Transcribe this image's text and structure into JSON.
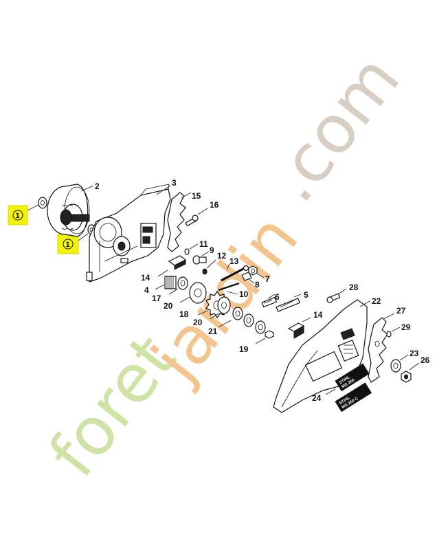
{
  "watermark": {
    "text_part1": "foret",
    "text_part2": "jardin",
    "text_part3": ".com",
    "color_green": "#cfe3a6",
    "color_orange": "#f4c48e",
    "color_gray": "#d7cfc3"
  },
  "highlight": {
    "color": "#f2f20a",
    "label_a": "1",
    "label_b": "1"
  },
  "parts": {
    "p2": "2",
    "p3": "3",
    "p4": "4",
    "p5": "5",
    "p6": "6",
    "p7": "7",
    "p8": "8",
    "p9": "9",
    "p10": "10",
    "p11": "11",
    "p12": "12",
    "p13": "13",
    "p14a": "14",
    "p14b": "14",
    "p15": "15",
    "p16": "16",
    "p17": "17",
    "p18": "18",
    "p19": "19",
    "p20a": "20",
    "p20b": "20",
    "p21": "21",
    "p22": "22",
    "p23": "23",
    "p24": "24",
    "p26": "26",
    "p27": "27",
    "p28": "28",
    "p29": "29"
  },
  "decals": {
    "stihl_1": "STIHL",
    "model_1": "MS 260",
    "stihl_2": "STIHL",
    "model_2": "MS 260 C"
  }
}
